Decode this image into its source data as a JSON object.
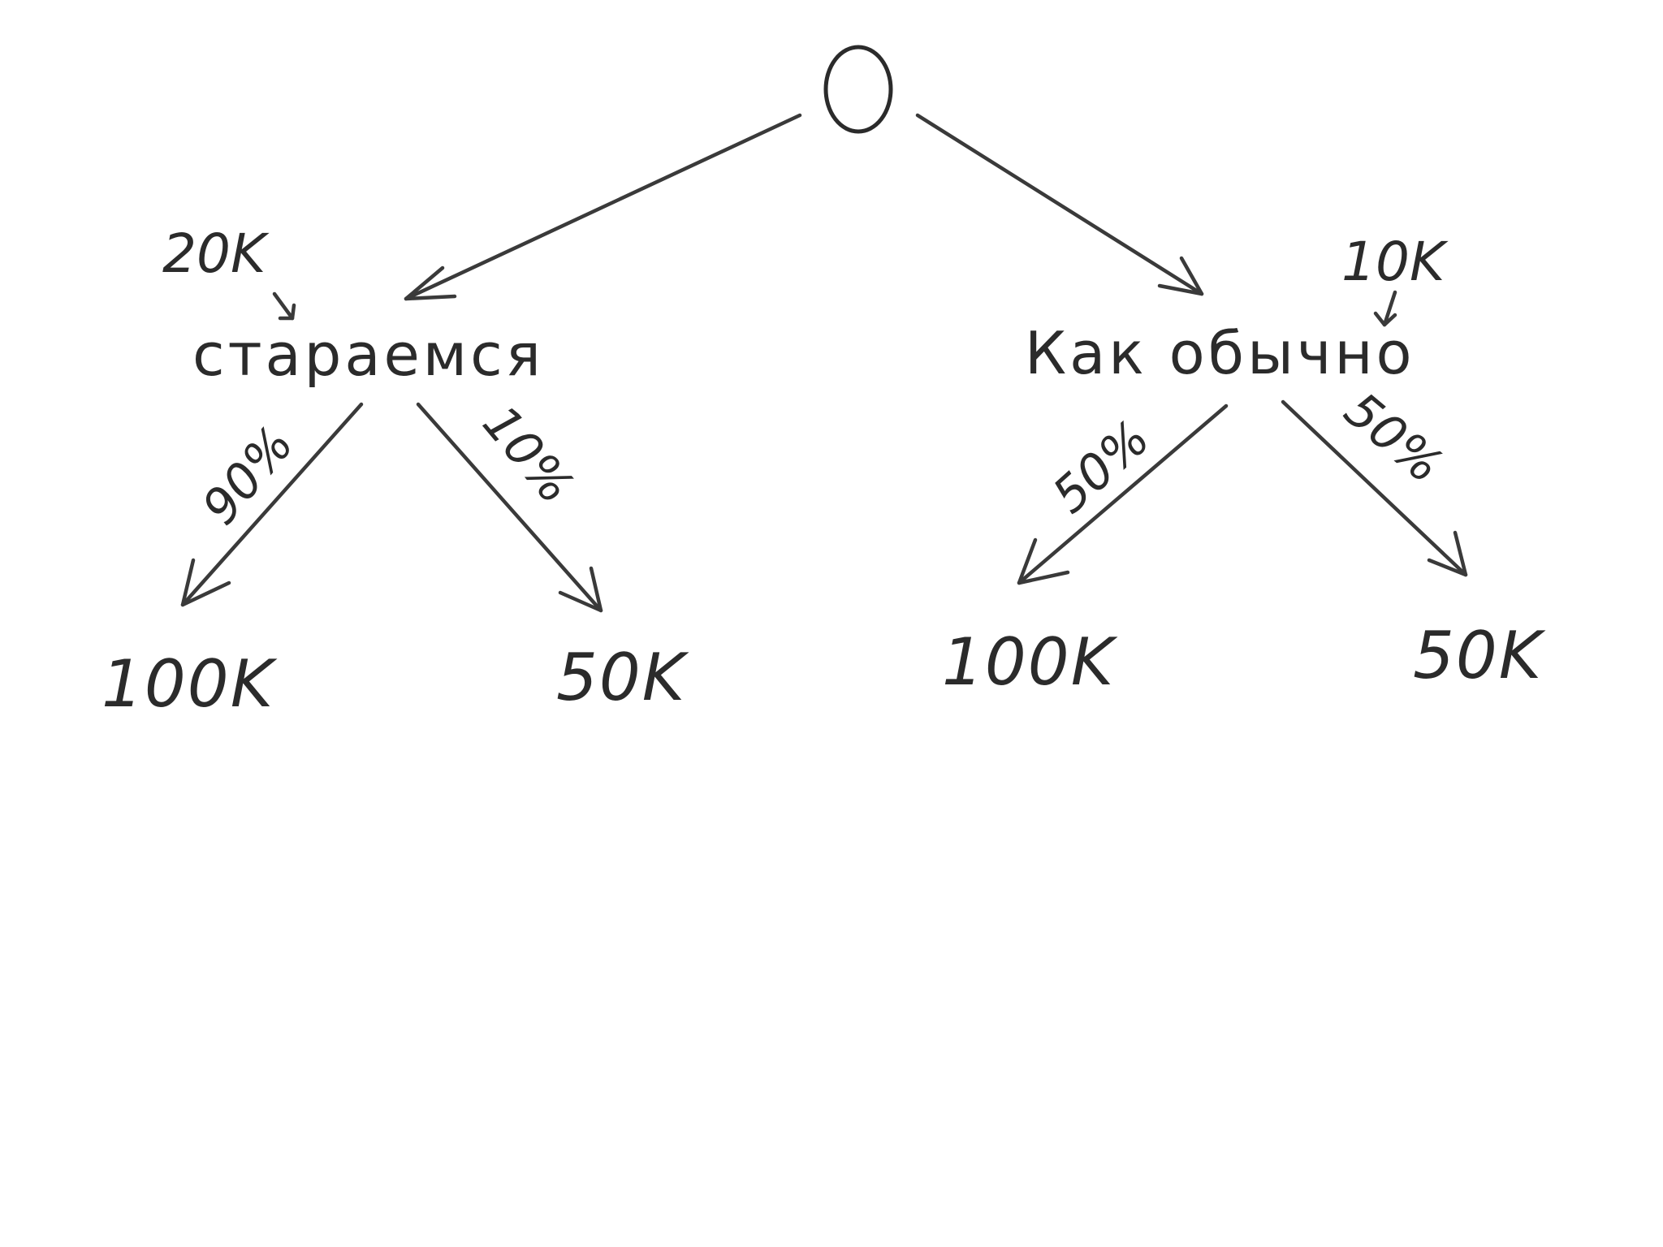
{
  "chart_data": {
    "type": "decision-tree",
    "root": {
      "label": "0"
    },
    "choices": [
      {
        "id": "left",
        "label": "стараемся",
        "cost": "20K",
        "outcomes": [
          {
            "probability": "90%",
            "payoff": "100K"
          },
          {
            "probability": "10%",
            "payoff": "50K"
          }
        ]
      },
      {
        "id": "right",
        "label": "Как обычно",
        "cost": "10K",
        "outcomes": [
          {
            "probability": "50%",
            "payoff": "100K"
          },
          {
            "probability": "50%",
            "payoff": "50K"
          }
        ]
      }
    ]
  },
  "colors": {
    "ink": "#2b2b2b",
    "background": "#ffffff"
  }
}
